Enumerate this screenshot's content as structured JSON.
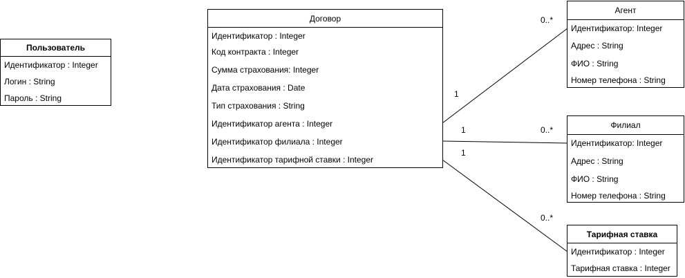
{
  "classes": {
    "user": {
      "title": "Пользователь",
      "attributes": [
        "Идентификатор : Integer",
        "Логин : String",
        "Пароль : String"
      ]
    },
    "contract": {
      "title": "Договор",
      "attributes": [
        "Идентификатор : Integer",
        "Код контракта : Integer",
        "Сумма страхования:  Integer",
        "Дата страхования : Date",
        "Тип страхования : String",
        "Идентификатор агента : Integer",
        "Идентификатор филиала : Integer",
        "Идентификатор тарифной ставки : Integer"
      ]
    },
    "agent": {
      "title": "Агент",
      "attributes": [
        "Идентификатор: Integer",
        "Адрес : String",
        "ФИО : String",
        "Номер телефона : String"
      ]
    },
    "branch": {
      "title": "Филиал",
      "attributes": [
        "Идентификатор: Integer",
        "Адрес : String",
        "ФИО : String",
        "Номер телефона : String"
      ]
    },
    "rate": {
      "title": "Тарифная ставка",
      "attributes": [
        "Идентификатор : Integer",
        "Тарифная ставка : Integer"
      ]
    }
  },
  "associations": [
    {
      "from": "contract",
      "to": "agent",
      "from_multiplicity": "1",
      "to_multiplicity": "0..*"
    },
    {
      "from": "contract",
      "to": "branch",
      "from_multiplicity": "1",
      "to_multiplicity": "0..*"
    },
    {
      "from": "contract",
      "to": "rate",
      "from_multiplicity": "1",
      "to_multiplicity": "0..*"
    }
  ],
  "colors": {
    "line": "#000000",
    "background": "#ffffff"
  }
}
